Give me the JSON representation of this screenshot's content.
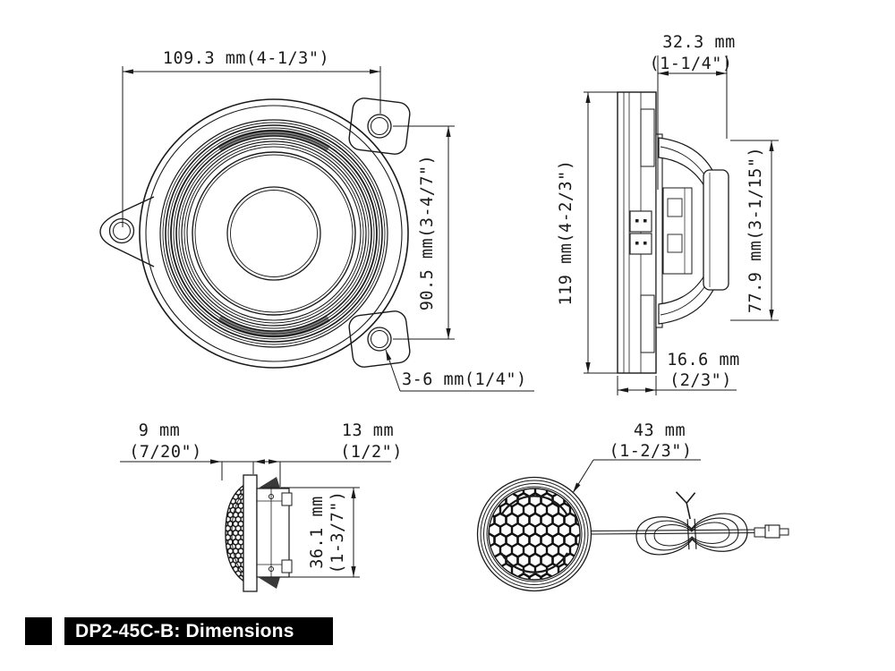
{
  "title_bar": {
    "label": "DP2-45C-B: Dimensions",
    "bar_color": "#000000",
    "text_color": "#ffffff"
  },
  "drawing": {
    "line_color": "#1a1a1a",
    "background_color": "#ffffff",
    "type": "speaker-dimension-drawing"
  },
  "views": {
    "woofer_front": {
      "dim_width": "109.3 mm(4-1/3\")",
      "dim_height": "90.5 mm(3-4/7\")",
      "dim_mount_hole": "3-6 mm(1/4\")"
    },
    "woofer_side": {
      "dim_depth_mm": "32.3 mm",
      "dim_depth_in": "(1-1/4\")",
      "dim_total_height": "119 mm(4-2/3\")",
      "dim_body_height": "77.9 mm(3-1/15\")",
      "dim_bracket_mm": "16.6 mm",
      "dim_bracket_in": "(2/3\")"
    },
    "tweeter_side": {
      "dim_protrusion_mm": "9 mm",
      "dim_protrusion_in": "(7/20\")",
      "dim_depth_mm": "13 mm",
      "dim_depth_in": "(1/2\")",
      "dim_height_mm": "36.1 mm",
      "dim_height_in": "(1-3/7\")"
    },
    "tweeter_front": {
      "dim_diameter_mm": "43 mm",
      "dim_diameter_in": "(1-2/3\")"
    }
  }
}
